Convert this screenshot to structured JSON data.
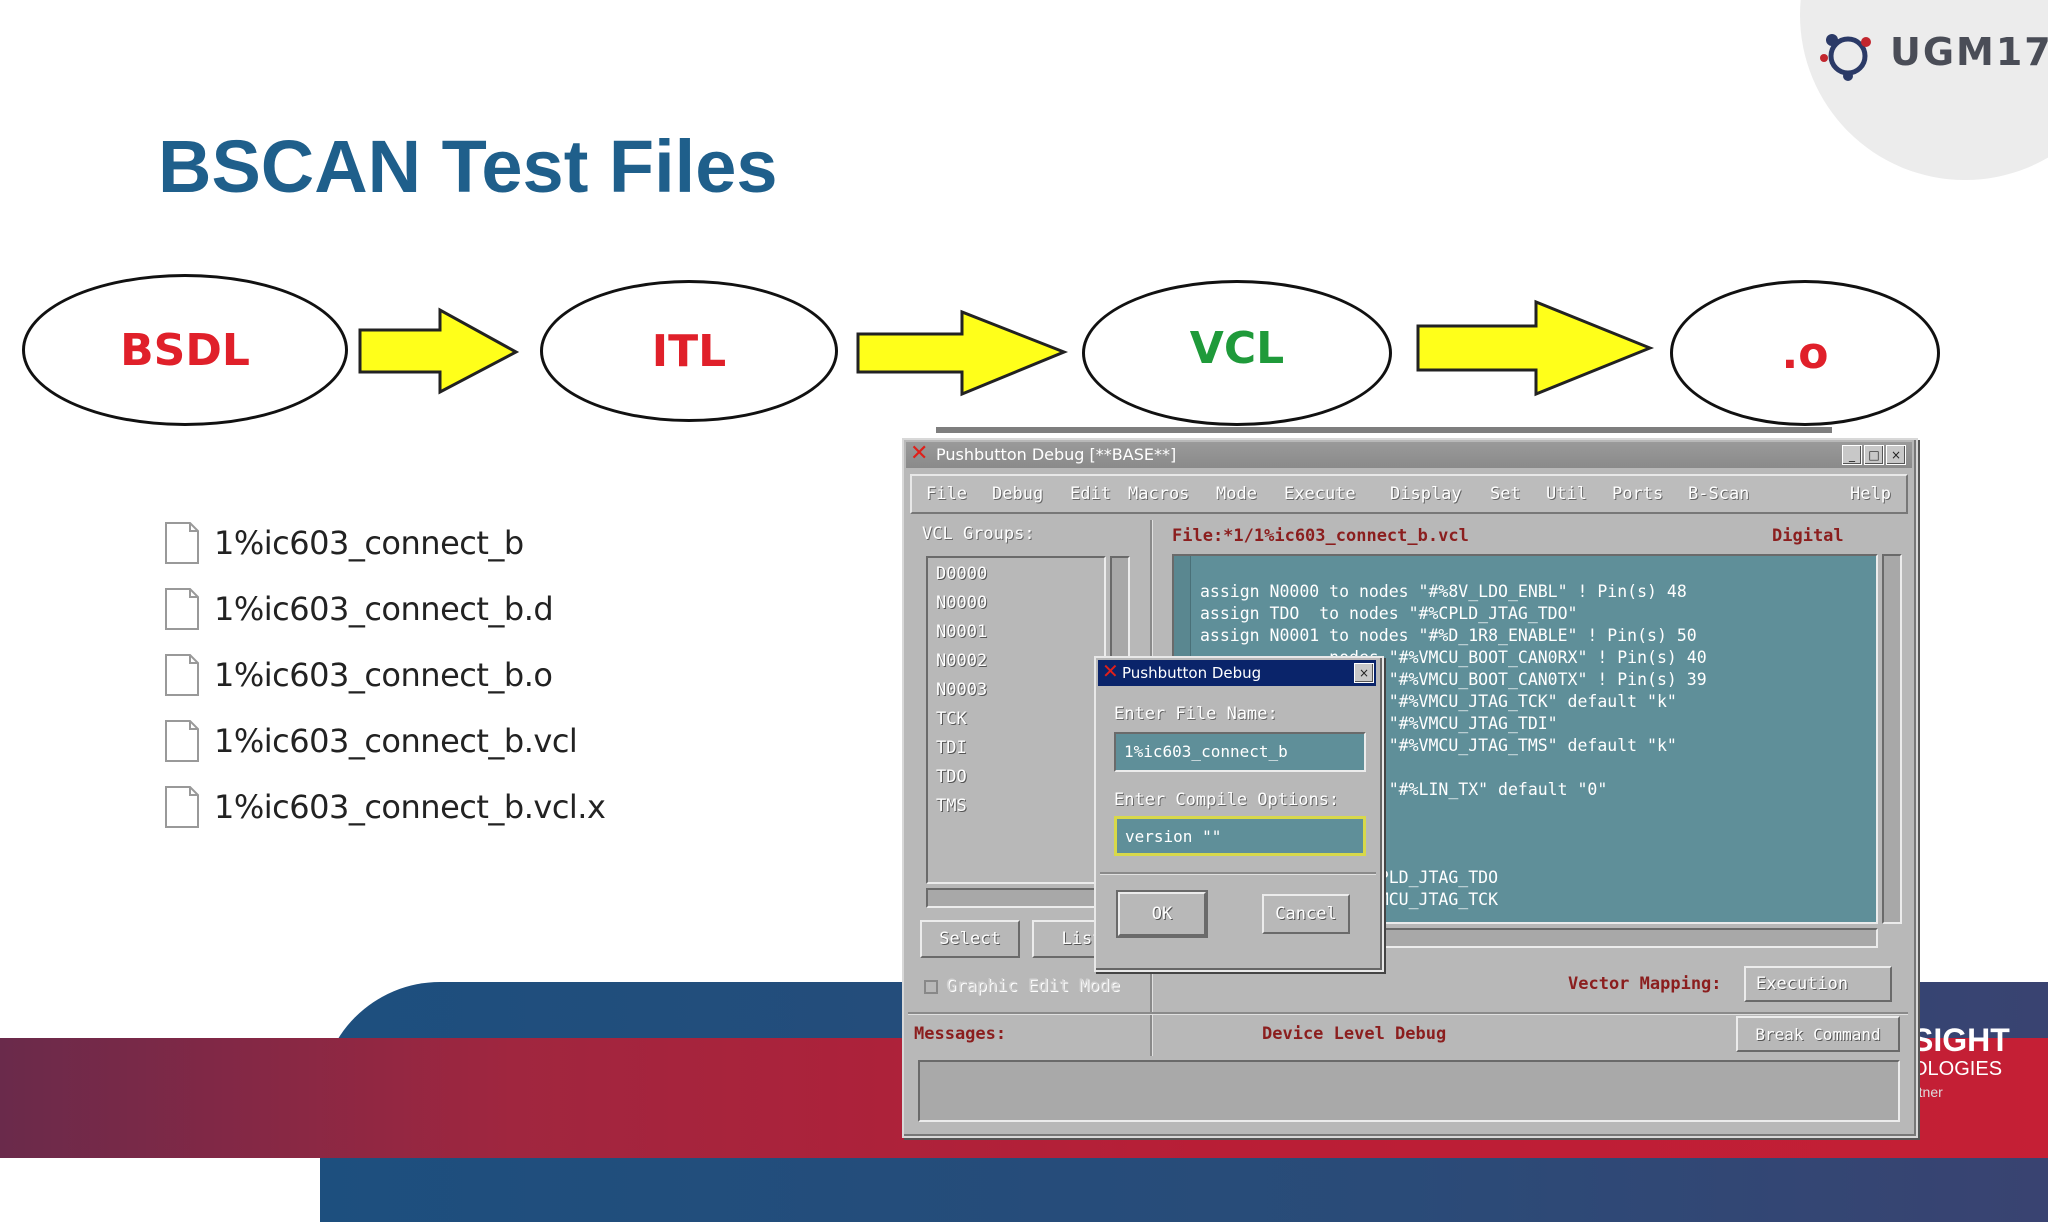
{
  "slide": {
    "title": "BSCAN Test Files",
    "logo_text": "UGM17",
    "flow": [
      {
        "label": "BSDL",
        "color": "#e0202a"
      },
      {
        "label": "ITL",
        "color": "#e0202a"
      },
      {
        "label": "VCL",
        "color": "#1f9a3a"
      },
      {
        "label": ".o",
        "color": "#e0202a"
      }
    ],
    "files": [
      "1%ic603_connect_b",
      "1%ic603_connect_b.d",
      "1%ic603_connect_b.o",
      "1%ic603_connect_b.vcl",
      "1%ic603_connect_b.vcl.x"
    ],
    "brand_partial_1": "SIGHT",
    "brand_partial_2": "OLOGIES",
    "brand_partial_3": "rtner"
  },
  "window": {
    "title": "Pushbutton Debug [**BASE**]",
    "controls": [
      "_",
      "□",
      "×"
    ],
    "menu": [
      "File",
      "Debug",
      "Edit",
      "Macros",
      "Mode",
      "Execute",
      "Display",
      "Set",
      "Util",
      "Ports",
      "B-Scan",
      "Help"
    ],
    "groups_label": "VCL Groups:",
    "groups": [
      "D0000",
      "N0000",
      "N0001",
      "N0002",
      "N0003",
      "TCK",
      "TDI",
      "TDO",
      "TMS"
    ],
    "file_label": "File:*1/1%ic603_connect_b.vcl",
    "mode_label": "Digital",
    "code": [
      "assign N0000 to nodes \"#%8V_LDO_ENBL\" ! Pin(s) 48",
      "assign TDO  to nodes \"#%CPLD_JTAG_TDO\"",
      "assign N0001 to nodes \"#%D_1R8_ENABLE\" ! Pin(s) 50",
      "             nodes \"#%VMCU_BOOT_CAN0RX\" ! Pin(s) 40",
      "             nodes \"#%VMCU_BOOT_CAN0TX\" ! Pin(s) 39",
      "             nodes \"#%VMCU_JTAG_TCK\" default \"k\"",
      "             nodes \"#%VMCU_JTAG_TDI\"",
      "             nodes \"#%VMCU_JTAG_TMS\" default \"k\"",
      "",
      "             nodes \"#%LIN_TX\" default \"0\"",
      "",
      "",
      "",
      "           ) ! #%CPLD_JTAG_TDO",
      "           K ! #%VMCU_JTAG_TCK"
    ],
    "select_button": "Select",
    "list_button": "List",
    "graphic_edit_mode": "Graphic Edit Mode",
    "vector_mapping_label": "Vector Mapping:",
    "vector_mapping_value": "Execution",
    "messages_label": "Messages:",
    "debug_level": "Device Level Debug",
    "break_button": "Break Command"
  },
  "dialog": {
    "title": "Pushbutton Debug",
    "file_name_label": "Enter File Name:",
    "file_name_value": "1%ic603_connect_b",
    "compile_label": "Enter Compile Options:",
    "compile_value": "version \"\"",
    "ok": "OK",
    "cancel": "Cancel"
  }
}
